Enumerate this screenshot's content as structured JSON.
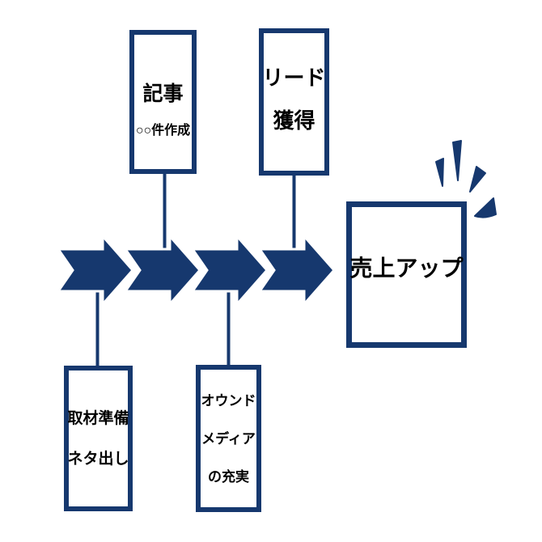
{
  "diagram": {
    "colors": {
      "navy": "#16386E",
      "text": "#000000",
      "background": "#FFFFFF"
    },
    "boxes": {
      "top": [
        {
          "lines": [
            "記事",
            "○○件作成"
          ]
        },
        {
          "lines": [
            "リード",
            "獲得"
          ]
        }
      ],
      "bottom": [
        {
          "lines": [
            "取材準備",
            "ネタ出し"
          ]
        },
        {
          "lines": [
            "オウンド",
            "メディア",
            "の充実"
          ]
        }
      ],
      "result": {
        "label": "売上アップ"
      }
    },
    "arrows": {
      "count": 4,
      "direction": "right",
      "icon": "chevron-right-arrow-icon"
    },
    "emphasis": {
      "icon": "sparkle-emphasis-icon"
    }
  }
}
